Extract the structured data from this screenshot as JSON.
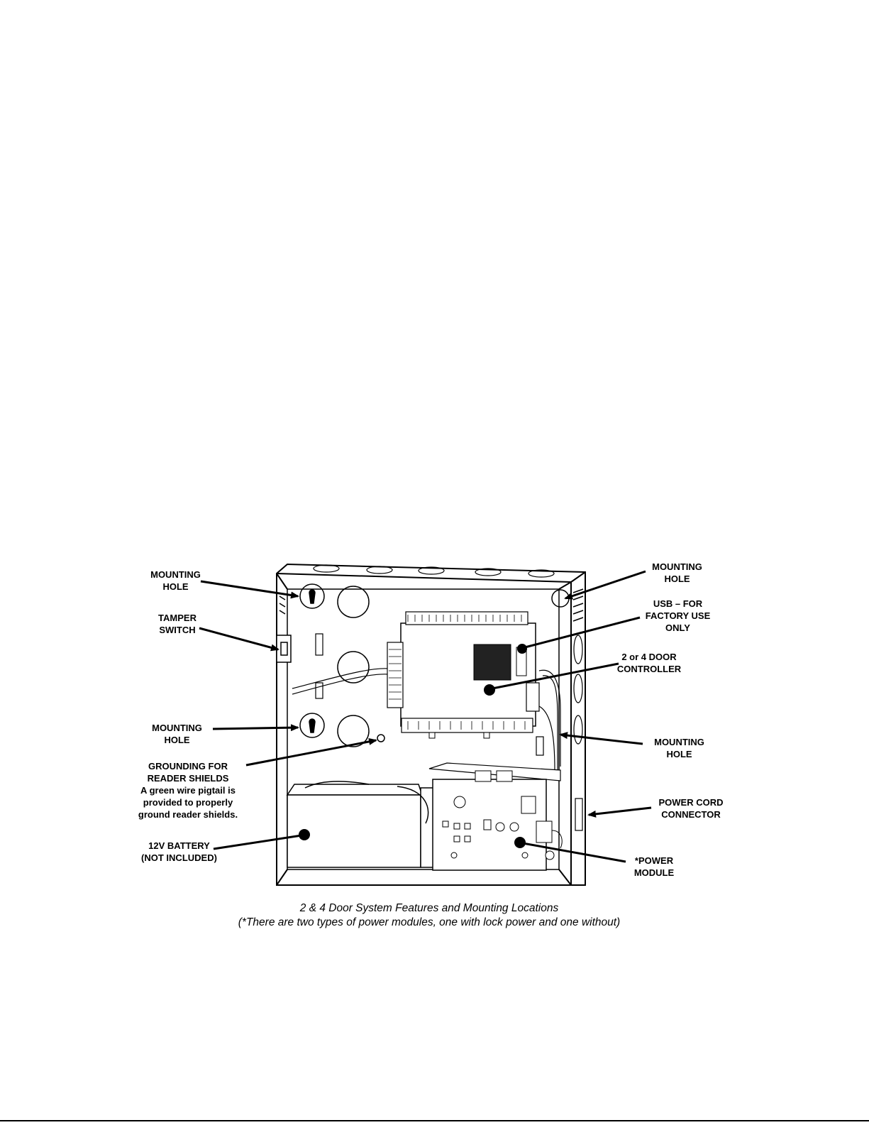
{
  "labels": {
    "mounting_hole_top_left": [
      "MOUNTING",
      "HOLE"
    ],
    "tamper_switch": [
      "TAMPER",
      "SWITCH"
    ],
    "mounting_hole_mid_left": [
      "MOUNTING",
      "HOLE"
    ],
    "grounding": [
      "GROUNDING FOR",
      "READER SHIELDS"
    ],
    "grounding_note": [
      "A green wire pigtail is",
      "provided to properly",
      "ground reader shields."
    ],
    "battery": [
      "12V BATTERY",
      "(NOT INCLUDED)"
    ],
    "mounting_hole_top_right": [
      "MOUNTING",
      "HOLE"
    ],
    "usb": [
      "USB – FOR",
      "FACTORY USE",
      "ONLY"
    ],
    "controller": [
      "2 or 4 DOOR",
      "CONTROLLER"
    ],
    "mounting_hole_right": [
      "MOUNTING",
      "HOLE"
    ],
    "power_cord": [
      "POWER CORD",
      "CONNECTOR"
    ],
    "power_module": [
      "*POWER",
      "MODULE"
    ]
  },
  "caption": {
    "line1": "2 & 4 Door System Features and Mounting Locations",
    "line2": "(*There are two types of power modules, one with lock power and one without)"
  },
  "colors": {
    "ink": "#000000",
    "paper": "#ffffff"
  }
}
